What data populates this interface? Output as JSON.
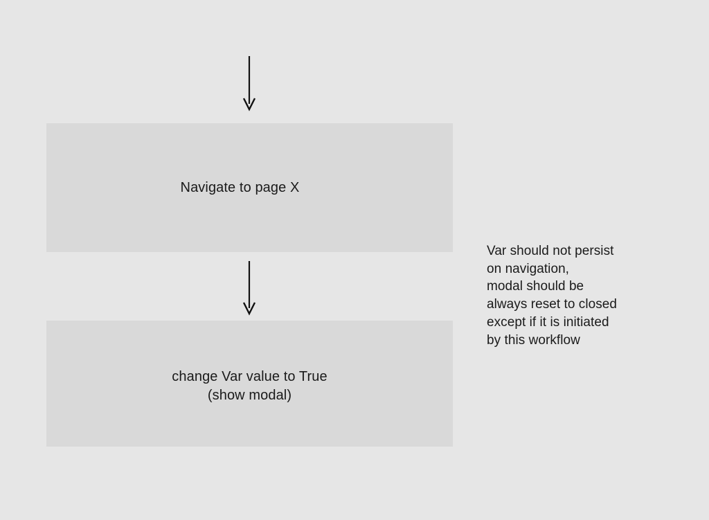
{
  "diagram": {
    "background_color": "#e6e6e6",
    "box_fill_color": "#d9d9d9",
    "text_color": "#1a1a1a",
    "nodes": [
      {
        "id": "navigate",
        "label": "Navigate to page X"
      },
      {
        "id": "change-var",
        "label": "change Var value to True\n(show modal)"
      }
    ],
    "connectors": [
      {
        "id": "arrow-top",
        "icon": "arrow-down-icon",
        "from": "start",
        "to": "navigate"
      },
      {
        "id": "arrow-middle",
        "icon": "arrow-down-icon",
        "from": "navigate",
        "to": "change-var"
      }
    ],
    "annotation": {
      "text": "Var should not persist\non navigation,\nmodal should be\nalways reset to closed\nexcept if it is initiated\nby this workflow"
    }
  }
}
